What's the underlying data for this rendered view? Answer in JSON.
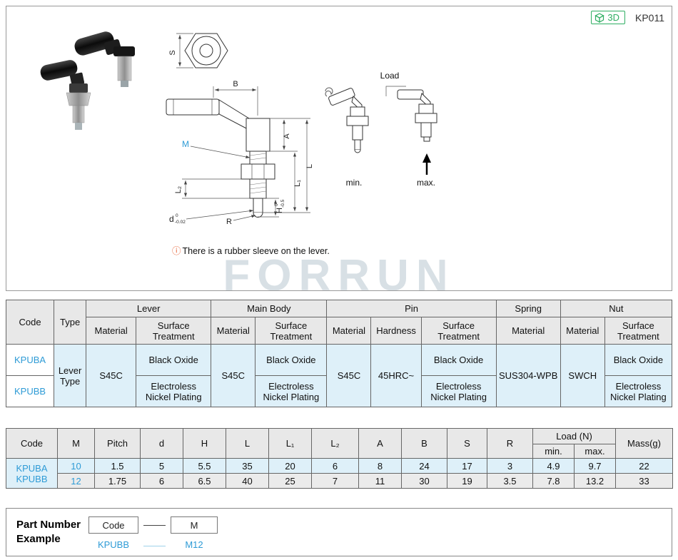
{
  "header": {
    "badge_3d": "3D",
    "part_code": "KP011"
  },
  "drawing": {
    "watermark": "FORRUN",
    "note_icon": "ⓘ",
    "note_text": "There is a rubber sleeve on the lever.",
    "accent_blue": "#2E9BD6",
    "labels": {
      "s": "S",
      "b": "B",
      "a": "A",
      "m": "M",
      "l": "L",
      "l1": "L₁",
      "l2": "L₂",
      "d": "d",
      "d_tol_top": "0",
      "d_tol_bottom": "-0.02",
      "r": "R",
      "h": "H",
      "h_tol_top": "0",
      "h_tol_bottom": "-0.5",
      "load": "Load",
      "min": "min.",
      "max": "max."
    }
  },
  "materials_table": {
    "headers": {
      "code": "Code",
      "type": "Type",
      "lever": "Lever",
      "main_body": "Main Body",
      "pin": "Pin",
      "spring": "Spring",
      "nut": "Nut",
      "material": "Material",
      "surface_treatment": "Surface Treatment",
      "hardness": "Hardness"
    },
    "codes": [
      "KPUBA",
      "KPUBB"
    ],
    "type_value": "Lever Type",
    "lever_material": "S45C",
    "lever_surface": [
      "Black Oxide",
      "Electroless Nickel Plating"
    ],
    "body_material": "S45C",
    "body_surface": [
      "Black Oxide",
      "Electroless Nickel Plating"
    ],
    "pin_material": "S45C",
    "pin_hardness": "45HRC~",
    "pin_surface": [
      "Black Oxide",
      "Electroless Nickel Plating"
    ],
    "spring_material": "SUS304-WPB",
    "nut_material": "SWCH",
    "nut_surface": [
      "Black Oxide",
      "Electroless Nickel Plating"
    ]
  },
  "dimensions_table": {
    "headers": {
      "code": "Code",
      "m": "M",
      "pitch": "Pitch",
      "d": "d",
      "h": "H",
      "l": "L",
      "l1": "L₁",
      "l2": "L₂",
      "a": "A",
      "b": "B",
      "s": "S",
      "r": "R",
      "load": "Load (N)",
      "load_min": "min.",
      "load_max": "max.",
      "mass": "Mass(g)"
    },
    "codes": [
      "KPUBA",
      "KPUBB"
    ],
    "rows": [
      {
        "m": "10",
        "pitch": "1.5",
        "d": "5",
        "h": "5.5",
        "l": "35",
        "l1": "20",
        "l2": "6",
        "a": "8",
        "b": "24",
        "s": "17",
        "r": "3",
        "load_min": "4.9",
        "load_max": "9.7",
        "mass": "22"
      },
      {
        "m": "12",
        "pitch": "1.75",
        "d": "6",
        "h": "6.5",
        "l": "40",
        "l1": "25",
        "l2": "7",
        "a": "11",
        "b": "30",
        "s": "19",
        "r": "3.5",
        "load_min": "7.8",
        "load_max": "13.2",
        "mass": "33"
      }
    ]
  },
  "part_number_example": {
    "title": "Part Number Example",
    "code_label": "Code",
    "m_label": "M",
    "code_value": "KPUBB",
    "m_value": "M12"
  }
}
